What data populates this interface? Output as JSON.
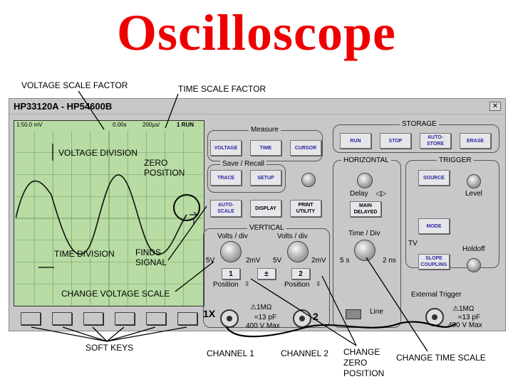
{
  "title": "Oscilloscope",
  "annotations": {
    "voltage_scale_factor": "VOLTAGE SCALE FACTOR",
    "time_scale_factor": "TIME SCALE FACTOR",
    "soft_keys": "SOFT KEYS",
    "channel_1": "CHANNEL 1",
    "channel_2": "CHANNEL 2",
    "change_zero_position": "CHANGE\nZERO\nPOSITION",
    "change_time_scale": "CHANGE TIME SCALE",
    "change_voltage_scale": "CHANGE VOLTAGE SCALE",
    "voltage_division": "VOLTAGE DIVISION",
    "zero_position": "ZERO\nPOSITION",
    "time_division": "TIME DIVISION",
    "finds_signal": "FINDS\nSIGNAL"
  },
  "window": {
    "title": "HP33120A - HP54600B",
    "close": "✕"
  },
  "screen": {
    "volts": "1:50.0 mV",
    "offset": "0.00s",
    "timebase": "200µs/",
    "trigger": "1 RUN"
  },
  "measure": {
    "label": "Measure",
    "voltage": "VOLTAGE",
    "time": "TIME",
    "cursor": "CURSOR"
  },
  "save_recall": {
    "label": "Save / Recall",
    "trace": "TRACE",
    "setup": "SETUP"
  },
  "misc": {
    "auto_scale": "AUTO-\nSCALE",
    "display": "DISPLAY",
    "print_utility": "PRINT\nUTILITY"
  },
  "storage": {
    "label": "STORAGE",
    "run": "RUN",
    "stop": "STOP",
    "auto_store": "AUTO-\nSTORE",
    "erase": "ERASE"
  },
  "horizontal": {
    "label": "HORIZONTAL",
    "delay": "Delay",
    "main_delayed": "MAIN\nDELAYED",
    "time_div": "Time / Div",
    "min": "5 s",
    "max": "2 ns"
  },
  "trigger": {
    "label": "TRIGGER",
    "source": "SOURCE",
    "level": "Level",
    "mode": "MODE",
    "tv": "TV",
    "holdoff": "Holdoff",
    "slope_coupling": "SLOPE\nCOUPLING",
    "external": "External Trigger",
    "line": "Line",
    "impedance": "1MΩ",
    "capacitance": "≈13 pF",
    "max": "400 V Max"
  },
  "vertical": {
    "label": "VERTICAL",
    "volts_div_1": "Volts / div",
    "volts_div_2": "Volts / div",
    "ch1_min": "5V",
    "ch1_max": "2mV",
    "ch2_min": "5V",
    "ch2_max": "2mV",
    "btn_1": "1",
    "btn_pm": "±",
    "btn_2": "2",
    "position_1": "Position",
    "position_2": "Position",
    "input_1": "1X",
    "input_2": "2",
    "impedance": "1MΩ",
    "capacitance": "≈13 pF",
    "max": "400 V Max"
  },
  "colors": {
    "title": "#ee0000",
    "screen": "#b8dca4",
    "button_text": "#2a2aa0",
    "panel": "#c8c8c8"
  }
}
